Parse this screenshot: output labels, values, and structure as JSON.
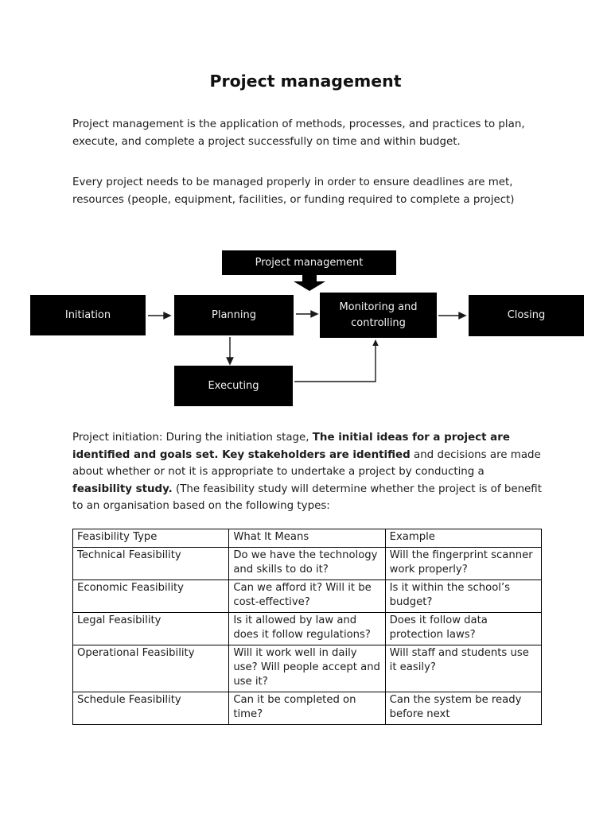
{
  "title": "Project management",
  "intro": {
    "p1": "Project management is the application of methods, processes, and practices to plan, execute, and complete a project successfully on time and within budget.",
    "p2": "Every project needs to be managed properly in order to ensure deadlines are met, resources (people, equipment, facilities, or funding required to complete a project)"
  },
  "flowchart": {
    "colors": {
      "box_bg": "#000000",
      "box_text": "#f2f2f2",
      "connector": "#1a1a1a"
    },
    "nodes": {
      "pm": "Project management",
      "initiation": "Initiation",
      "planning": "Planning",
      "monitoring": "Monitoring and controlling",
      "executing": "Executing",
      "closing": "Closing"
    }
  },
  "initiation_paragraph": {
    "segments": [
      {
        "text": "Project initiation: During the initiation stage, ",
        "bold": false
      },
      {
        "text": "The initial ideas for a project are identified and goals set. Key stakeholders are identified",
        "bold": true
      },
      {
        "text": " and decisions are made about whether or not it is appropriate to undertake a project by conducting a ",
        "bold": false
      },
      {
        "text": "feasibility study.",
        "bold": true
      },
      {
        "text": " (The feasibility study will determine whether the project is of benefit to an organisation based on the following types:",
        "bold": false
      }
    ]
  },
  "table": {
    "headers": [
      "Feasibility Type",
      "What It Means",
      "Example"
    ],
    "rows": [
      [
        "Technical Feasibility",
        "Do we have the technology and skills to do it?",
        "Will the fingerprint scanner work properly?"
      ],
      [
        "Economic Feasibility",
        "Can we afford it? Will it be cost-effective?",
        "Is it within the school’s budget?"
      ],
      [
        "Legal Feasibility",
        "Is it allowed by law and does it follow regulations?",
        "Does it follow data protection laws?"
      ],
      [
        "Operational Feasibility",
        "Will it work well in daily use? Will people accept and use it?",
        "Will staff and students use it easily?"
      ],
      [
        "Schedule Feasibility",
        "Can it be completed on time?",
        "Can the system be ready before next"
      ]
    ]
  }
}
